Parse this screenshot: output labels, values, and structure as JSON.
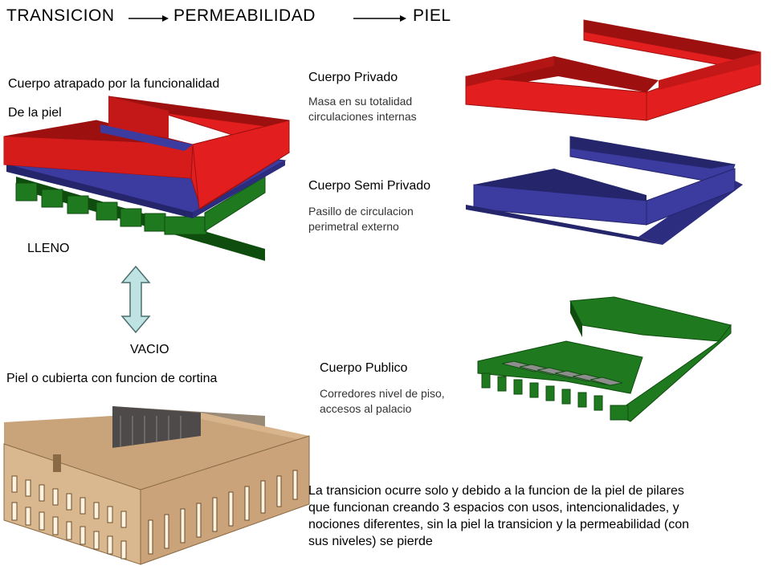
{
  "header": {
    "step1": "TRANSICION",
    "step2": "PERMEABILIDAD",
    "step3": "PIEL"
  },
  "left": {
    "caption_line1": "Cuerpo atrapado por la funcionalidad",
    "caption_line2": "De la piel",
    "lleno": "LLENO",
    "vacio": "VACIO",
    "skin_caption": "Piel o cubierta con funcion de cortina"
  },
  "layers": [
    {
      "title": "Cuerpo Privado",
      "desc_line1": "Masa en su totalidad",
      "desc_line2": "circulaciones internas",
      "color": "#e31e1e"
    },
    {
      "title": "Cuerpo Semi Privado",
      "desc_line1": "Pasillo de circulacion",
      "desc_line2": "perimetral externo",
      "color": "#3b3ba0"
    },
    {
      "title": "Cuerpo Publico",
      "desc_line1": "Corredores nivel de piso,",
      "desc_line2": "accesos al palacio",
      "color": "#1f7a1f"
    }
  ],
  "conclusion": {
    "line1": "La transicion ocurre solo y debido a la funcion de la piel de pilares",
    "line2": "que funcionan creando 3 espacios con usos, intencionalidades, y",
    "line3": "nociones diferentes, sin la piel la transicion y la permeabilidad (con",
    "line4": "sus niveles) se pierde"
  },
  "colors": {
    "red": "#e31e1e",
    "red_dark": "#9c1010",
    "blue": "#3b3ba0",
    "blue_dark": "#25256b",
    "green": "#1f7a1f",
    "green_dark": "#0f4d0f",
    "double_arrow_fill": "#bfe3e3"
  }
}
